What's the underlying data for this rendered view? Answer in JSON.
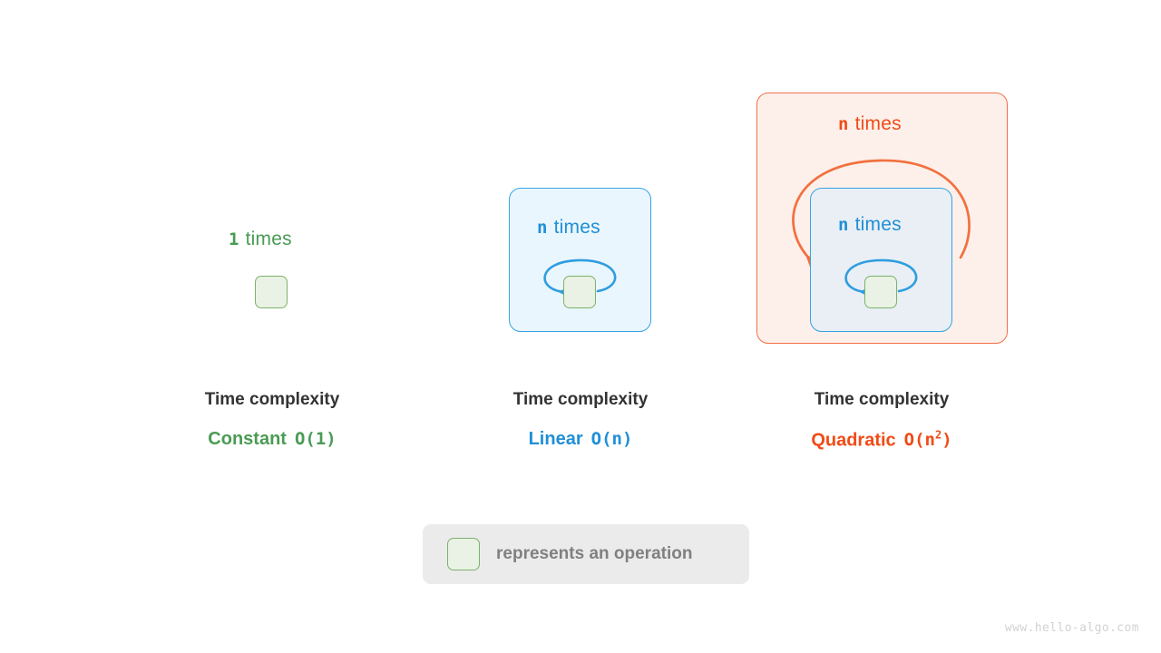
{
  "diagram": {
    "watermark": "www.hello-algo.com",
    "colors": {
      "green": "#4a9b54",
      "blue": "#1f8fd6",
      "orange": "#f04b16",
      "op_fill": "#e9f2e4",
      "op_stroke": "#7cb26b",
      "blue_fill": "#eaf6fd",
      "blue_stroke": "#35a3e3",
      "orange_fill": "#fdf0ea",
      "orange_stroke": "#f2704a",
      "title": "#333333",
      "legend_bg": "#ebebeb",
      "legend_text": "#808080"
    },
    "columns": [
      {
        "id": "constant",
        "loop_count": "1",
        "loop_word": "times",
        "title": "Time complexity",
        "name": "Constant",
        "notation": "O(1)",
        "notation_base": "O(1)",
        "notation_exp": "",
        "color": "#4a9b54"
      },
      {
        "id": "linear",
        "loop_count": "n",
        "loop_word": "times",
        "title": "Time complexity",
        "name": "Linear",
        "notation": "O(n)",
        "notation_base": "O(n)",
        "notation_exp": "",
        "color": "#1f8fd6"
      },
      {
        "id": "quadratic",
        "outer_loop_count": "n",
        "outer_loop_word": "times",
        "inner_loop_count": "n",
        "inner_loop_word": "times",
        "title": "Time complexity",
        "name": "Quadratic",
        "notation": "O(n^2)",
        "notation_prefix": "O(n",
        "notation_exp": "2",
        "notation_suffix": ")",
        "color": "#f04b16"
      }
    ],
    "legend": {
      "swatch": "operation-box",
      "text": "represents an operation"
    }
  }
}
